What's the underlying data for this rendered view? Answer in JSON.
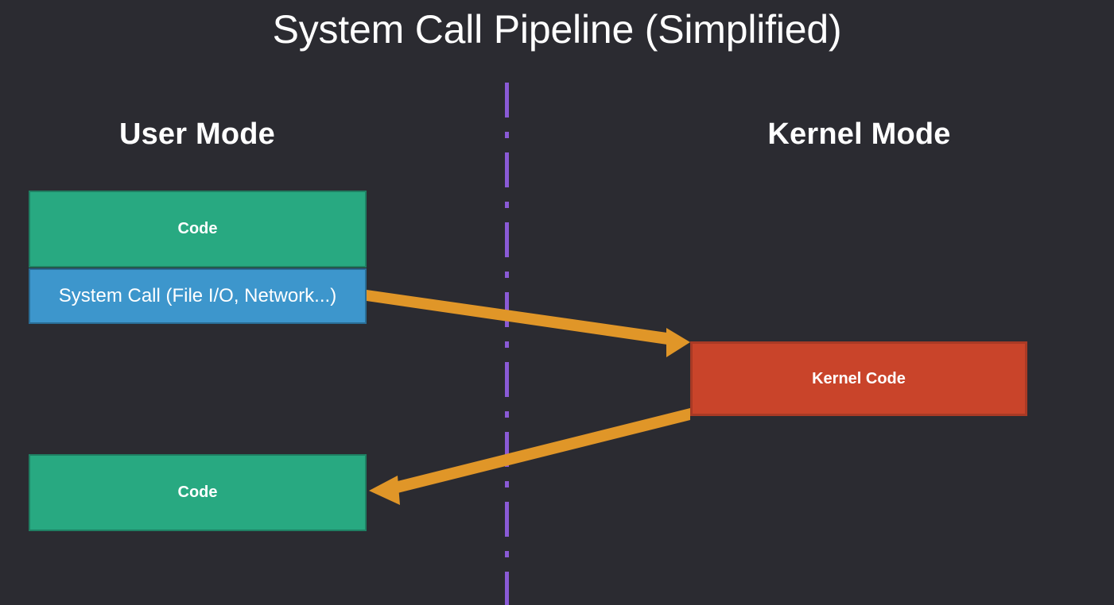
{
  "slide": {
    "title": "System Call Pipeline (Simplified)",
    "background_color": "#2b2b31"
  },
  "columns": {
    "user_mode_label": "User Mode",
    "kernel_mode_label": "Kernel Mode"
  },
  "divider": {
    "style": "dash-dot vertical line",
    "color": "#8a5ad6"
  },
  "boxes": {
    "code_top": {
      "label": "Code",
      "fill": "#28a981",
      "text_color": "#ffffff"
    },
    "system_call": {
      "label": "System Call (File I/O, Network...)",
      "fill": "#3d96cc",
      "text_color": "#ffffff"
    },
    "code_bottom": {
      "label": "Code",
      "fill": "#28a981",
      "text_color": "#ffffff"
    },
    "kernel_code": {
      "label": "Kernel Code",
      "fill": "#c9442a",
      "text_color": "#ffffff"
    }
  },
  "arrows": {
    "color": "#e09628",
    "to_kernel": {
      "name": "syscall-trap-arrow",
      "from": "system-call-box",
      "to": "kernel-code-box",
      "direction": "right-down"
    },
    "to_user": {
      "name": "kernel-return-arrow",
      "from": "kernel-code-box",
      "to": "code-box-bottom",
      "direction": "left-down"
    }
  },
  "chart_data": {
    "type": "diagram",
    "title": "System Call Pipeline (Simplified)",
    "lanes": [
      "User Mode",
      "Kernel Mode"
    ],
    "nodes": [
      {
        "id": "code_top",
        "label": "Code",
        "lane": "User Mode",
        "color": "#28a981"
      },
      {
        "id": "system_call",
        "label": "System Call (File I/O, Network...)",
        "lane": "User Mode",
        "color": "#3d96cc"
      },
      {
        "id": "kernel_code",
        "label": "Kernel Code",
        "lane": "Kernel Mode",
        "color": "#c9442a"
      },
      {
        "id": "code_bottom",
        "label": "Code",
        "lane": "User Mode",
        "color": "#28a981"
      }
    ],
    "edges": [
      {
        "from": "system_call",
        "to": "kernel_code",
        "color": "#e09628"
      },
      {
        "from": "kernel_code",
        "to": "code_bottom",
        "color": "#e09628"
      }
    ]
  }
}
